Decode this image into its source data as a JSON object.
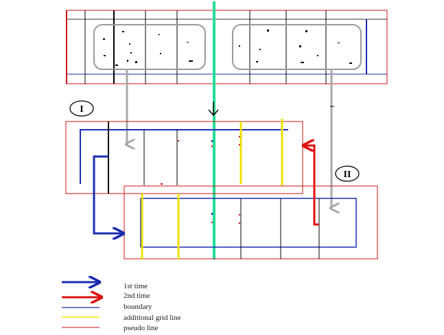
{
  "labels": {
    "part_one": "I",
    "part_two": "II"
  },
  "legend": [
    {
      "text": "1st time",
      "color": "#1a2bb0",
      "kind": "arrow"
    },
    {
      "text": "2nd time",
      "color": "#e01010",
      "kind": "arrow"
    },
    {
      "text": "boundary",
      "color": "#1a2bb0",
      "kind": "line"
    },
    {
      "text": "additional grid line",
      "color": "#f0e000",
      "kind": "line"
    },
    {
      "text": "pseudo line",
      "color": "#d01010",
      "kind": "line"
    }
  ],
  "colors": {
    "pseudo": "#d01010",
    "boundary": "#1a2bb0",
    "grid": "#000000",
    "additional_grid": "#f0e000",
    "split": "#22dd99",
    "move_arrow": "#a8a8a8",
    "first_time": "#1a2bb0",
    "second_time": "#e01010"
  }
}
